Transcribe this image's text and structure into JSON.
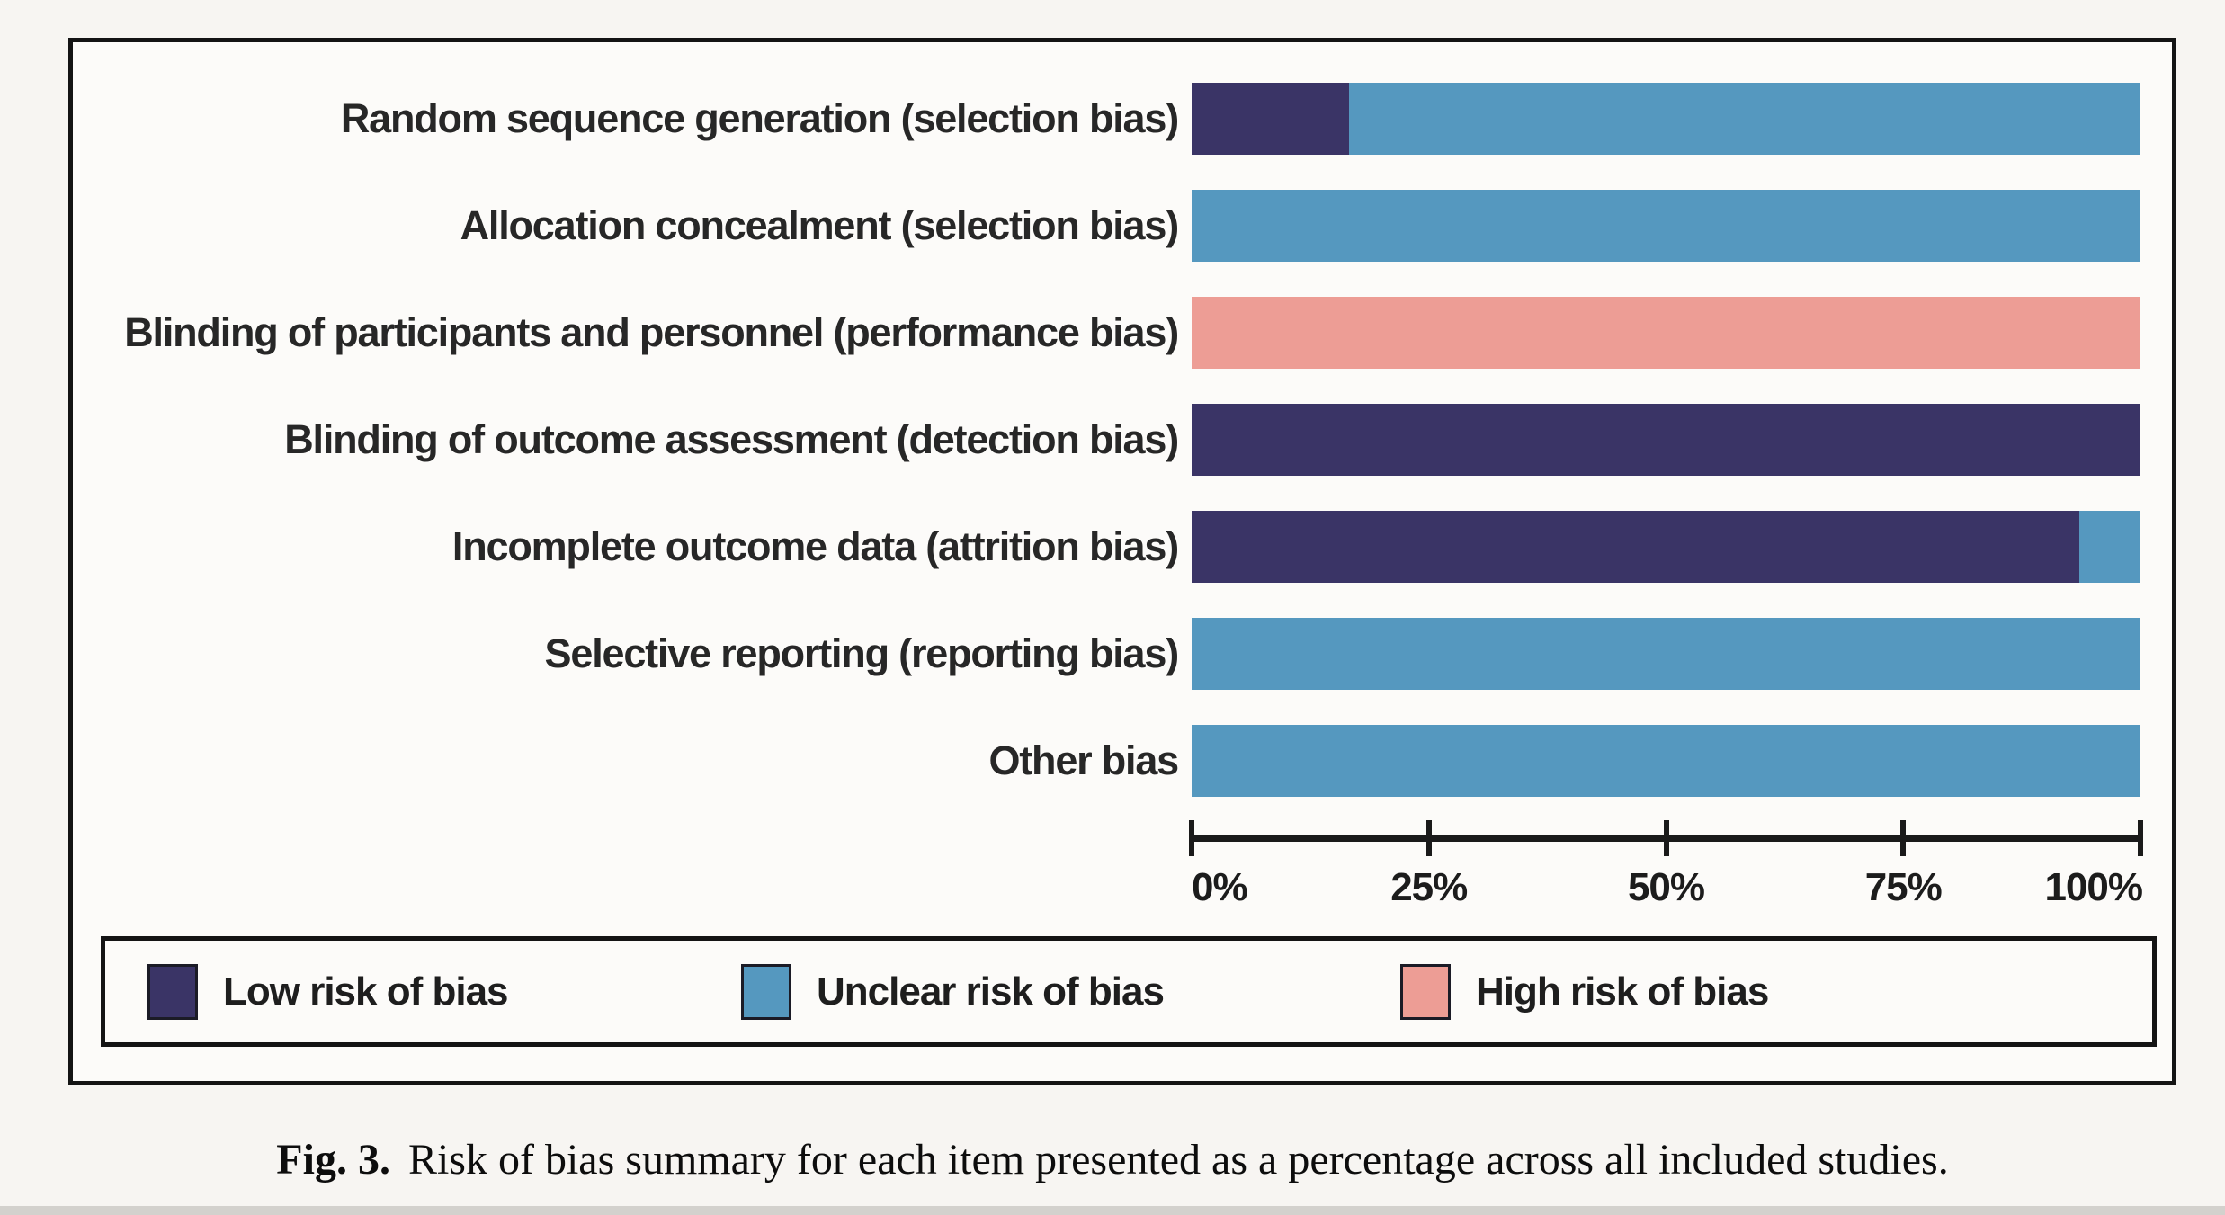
{
  "figure": {
    "page_background": "#f7f5f2",
    "panel_background": "#fcfbf9",
    "frame_border_color": "#141414"
  },
  "chart_data": {
    "type": "bar",
    "orientation": "horizontal",
    "stacked": true,
    "value_unit": "percent",
    "title": "",
    "xlabel": "",
    "ylabel": "",
    "grid": false,
    "xlim": [
      0,
      100
    ],
    "x_ticks": [
      "0%",
      "25%",
      "50%",
      "75%",
      "100%"
    ],
    "legend_position": "bottom",
    "categories": [
      "Random sequence generation (selection bias)",
      "Allocation concealment (selection bias)",
      "Blinding of participants and personnel (performance bias)",
      "Blinding of outcome assessment (detection bias)",
      "Incomplete outcome data (attrition bias)",
      "Selective reporting (reporting bias)",
      "Other bias"
    ],
    "series": [
      {
        "name": "Low risk of bias",
        "color": "#3a3466",
        "values": [
          16.6,
          0,
          0,
          100,
          93.6,
          0,
          0
        ]
      },
      {
        "name": "Unclear risk of bias",
        "color": "#5598bf",
        "values": [
          83.4,
          100,
          0,
          0,
          6.4,
          100,
          100
        ]
      },
      {
        "name": "High risk of bias",
        "color": "#ed9d95",
        "values": [
          0,
          0,
          100,
          0,
          0,
          0,
          0
        ]
      }
    ]
  },
  "legend": {
    "items": [
      {
        "label": "Low risk of bias",
        "color": "#3a3466"
      },
      {
        "label": "Unclear risk of bias",
        "color": "#5598bf"
      },
      {
        "label": "High risk of bias",
        "color": "#ed9d95"
      }
    ]
  },
  "caption": {
    "prefix": "Fig. 3.",
    "text": "Risk of bias summary for each item presented as a percentage across all included studies."
  }
}
